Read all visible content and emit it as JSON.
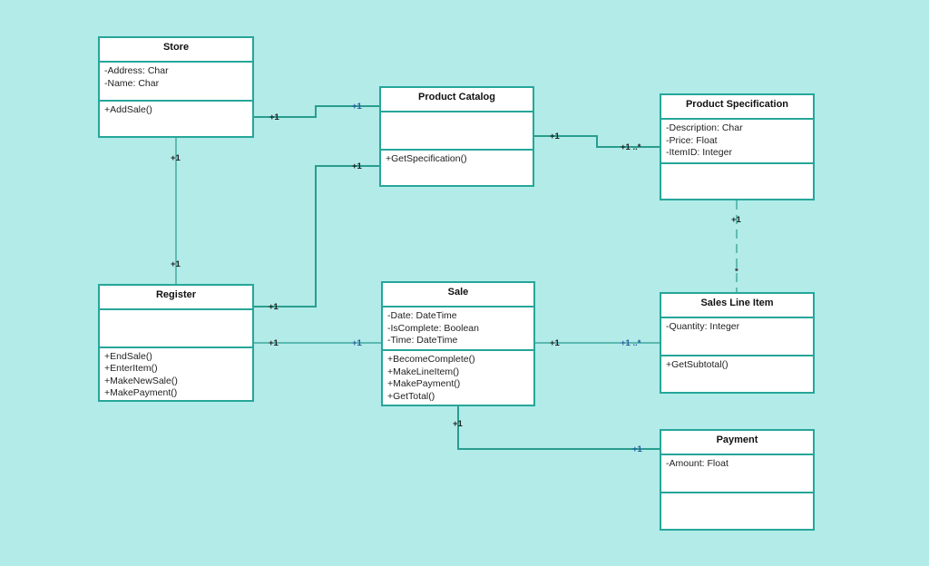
{
  "colors": {
    "background": "#b2ebe8",
    "class_border": "#26a69a",
    "line": "#2a9d8f",
    "multiplicity_text": "#222222",
    "multiplicity_alt": "#2a5aa0"
  },
  "classes": {
    "store": {
      "name": "Store",
      "attributes": [
        "-Address: Char",
        "-Name: Char"
      ],
      "operations": [
        "+AddSale()"
      ]
    },
    "product_catalog": {
      "name": "Product Catalog",
      "attributes": [],
      "operations": [
        "+GetSpecification()"
      ]
    },
    "product_specification": {
      "name": "Product Specification",
      "attributes": [
        "-Description: Char",
        "-Price: Float",
        "-ItemID: Integer"
      ],
      "operations": []
    },
    "register": {
      "name": "Register",
      "attributes": [],
      "operations": [
        "+EndSale()",
        "+EnterItem()",
        "+MakeNewSale()",
        "+MakePayment()"
      ]
    },
    "sale": {
      "name": "Sale",
      "attributes": [
        "-Date: DateTime",
        "-IsComplete: Boolean",
        "-Time: DateTime"
      ],
      "operations": [
        "+BecomeComplete()",
        "+MakeLineItem()",
        "+MakePayment()",
        "+GetTotal()"
      ]
    },
    "sales_line_item": {
      "name": "Sales Line Item",
      "attributes": [
        "-Quantity: Integer"
      ],
      "operations": [
        "+GetSubtotal()"
      ]
    },
    "payment": {
      "name": "Payment",
      "attributes": [
        "-Amount: Float"
      ],
      "operations": []
    }
  },
  "associations": [
    {
      "from": "Store",
      "to": "Product Catalog",
      "from_mult": "+1",
      "to_mult": "+1"
    },
    {
      "from": "Store",
      "to": "Register",
      "from_mult": "+1",
      "to_mult": "+1"
    },
    {
      "from": "Product Catalog",
      "to": "Product Specification",
      "from_mult": "+1",
      "to_mult": "+1 ..*"
    },
    {
      "from": "Register",
      "to": "Product Catalog",
      "from_mult": "+1",
      "to_mult": "+1"
    },
    {
      "from": "Register",
      "to": "Sale",
      "from_mult": "+1",
      "to_mult": "+1"
    },
    {
      "from": "Sale",
      "to": "Sales Line Item",
      "from_mult": "+1",
      "to_mult": "+1 ..*"
    },
    {
      "from": "Product Specification",
      "to": "Sales Line Item",
      "from_mult": "+1",
      "to_mult": "*"
    },
    {
      "from": "Sale",
      "to": "Payment",
      "from_mult": "+1",
      "to_mult": "+1"
    }
  ]
}
